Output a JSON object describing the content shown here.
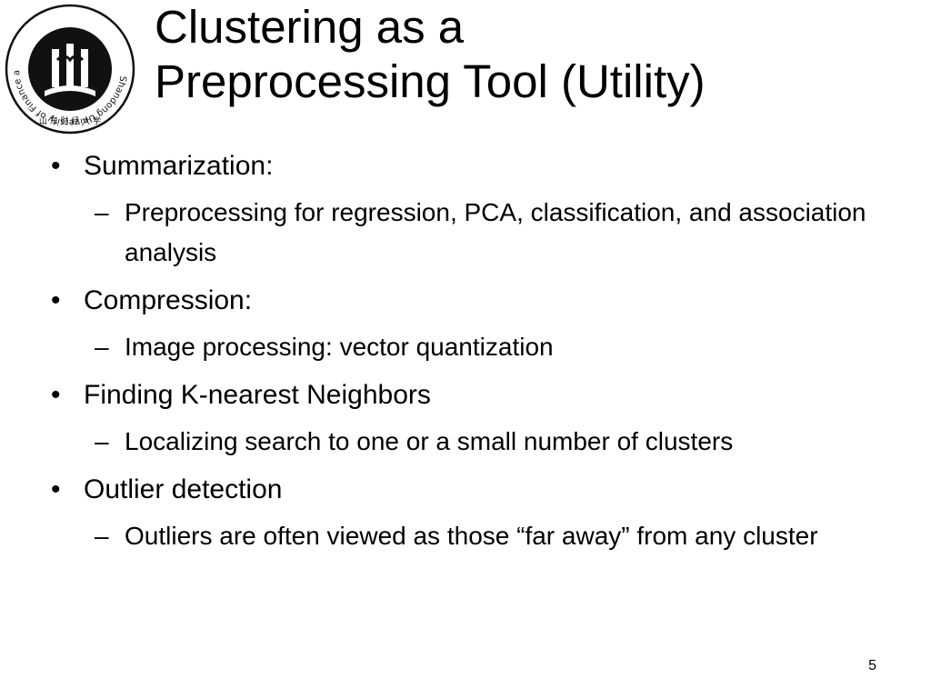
{
  "logo": {
    "ring_text": "Shandong University of Finance and Economics",
    "glyph_text": "山 东 财 经 大 学"
  },
  "title": {
    "line1": "Clustering as a",
    "line2": "Preprocessing Tool (Utility)"
  },
  "bullet_symbol": "•",
  "dash_symbol": "–",
  "bullets": [
    {
      "label": "Summarization:",
      "subs": [
        "Preprocessing for regression, PCA, classification, and association analysis"
      ]
    },
    {
      "label": "Compression:",
      "subs": [
        "Image processing: vector quantization"
      ]
    },
    {
      "label": "Finding K-nearest Neighbors",
      "subs": [
        "Localizing search to one or a small number of clusters"
      ]
    },
    {
      "label": "Outlier detection",
      "subs": [
        "Outliers are often viewed as those “far away” from any cluster"
      ]
    }
  ],
  "page_number": "5",
  "colors": {
    "text": "#000000",
    "background": "#ffffff",
    "logo": "#111111"
  }
}
